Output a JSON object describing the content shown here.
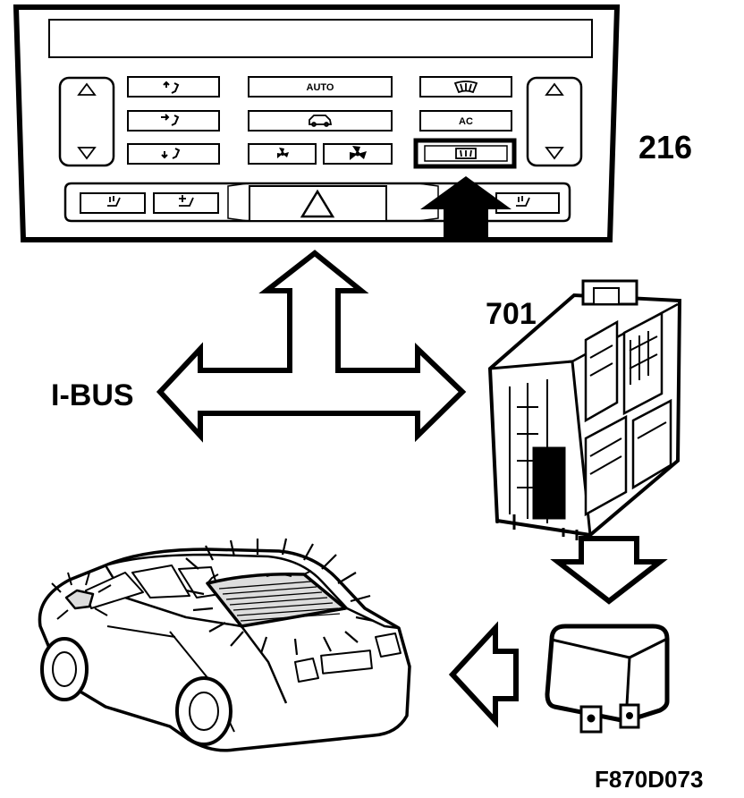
{
  "labels": {
    "control_panel_ref": "216",
    "control_module_ref": "701",
    "bus_label": "I-BUS",
    "figure_code": "F870D073"
  },
  "control_panel": {
    "buttons": {
      "auto": "AUTO",
      "ac": "AC"
    },
    "icons": {
      "temp_up_left": "triangle-up-icon",
      "temp_down_left": "triangle-down-icon",
      "temp_up_right": "triangle-up-icon",
      "temp_down_right": "triangle-down-icon",
      "air_face": "air-distribution-face-icon",
      "air_body": "air-distribution-body-icon",
      "air_feet": "air-distribution-feet-icon",
      "recirculation": "recirculation-car-icon",
      "fan_low": "fan-low-icon",
      "fan_high": "fan-high-icon",
      "front_defrost": "windshield-defrost-icon",
      "rear_defrost": "rear-window-defrost-icon",
      "seat_heat_left": "seat-heater-icon",
      "seat_vent": "seat-vent-icon",
      "hazard": "hazard-triangle-icon",
      "seat_heat_right": "seat-heater-icon"
    }
  },
  "highlight": {
    "pressed_button": "rear_defrost",
    "indicator": "pointer-arrow-icon"
  }
}
